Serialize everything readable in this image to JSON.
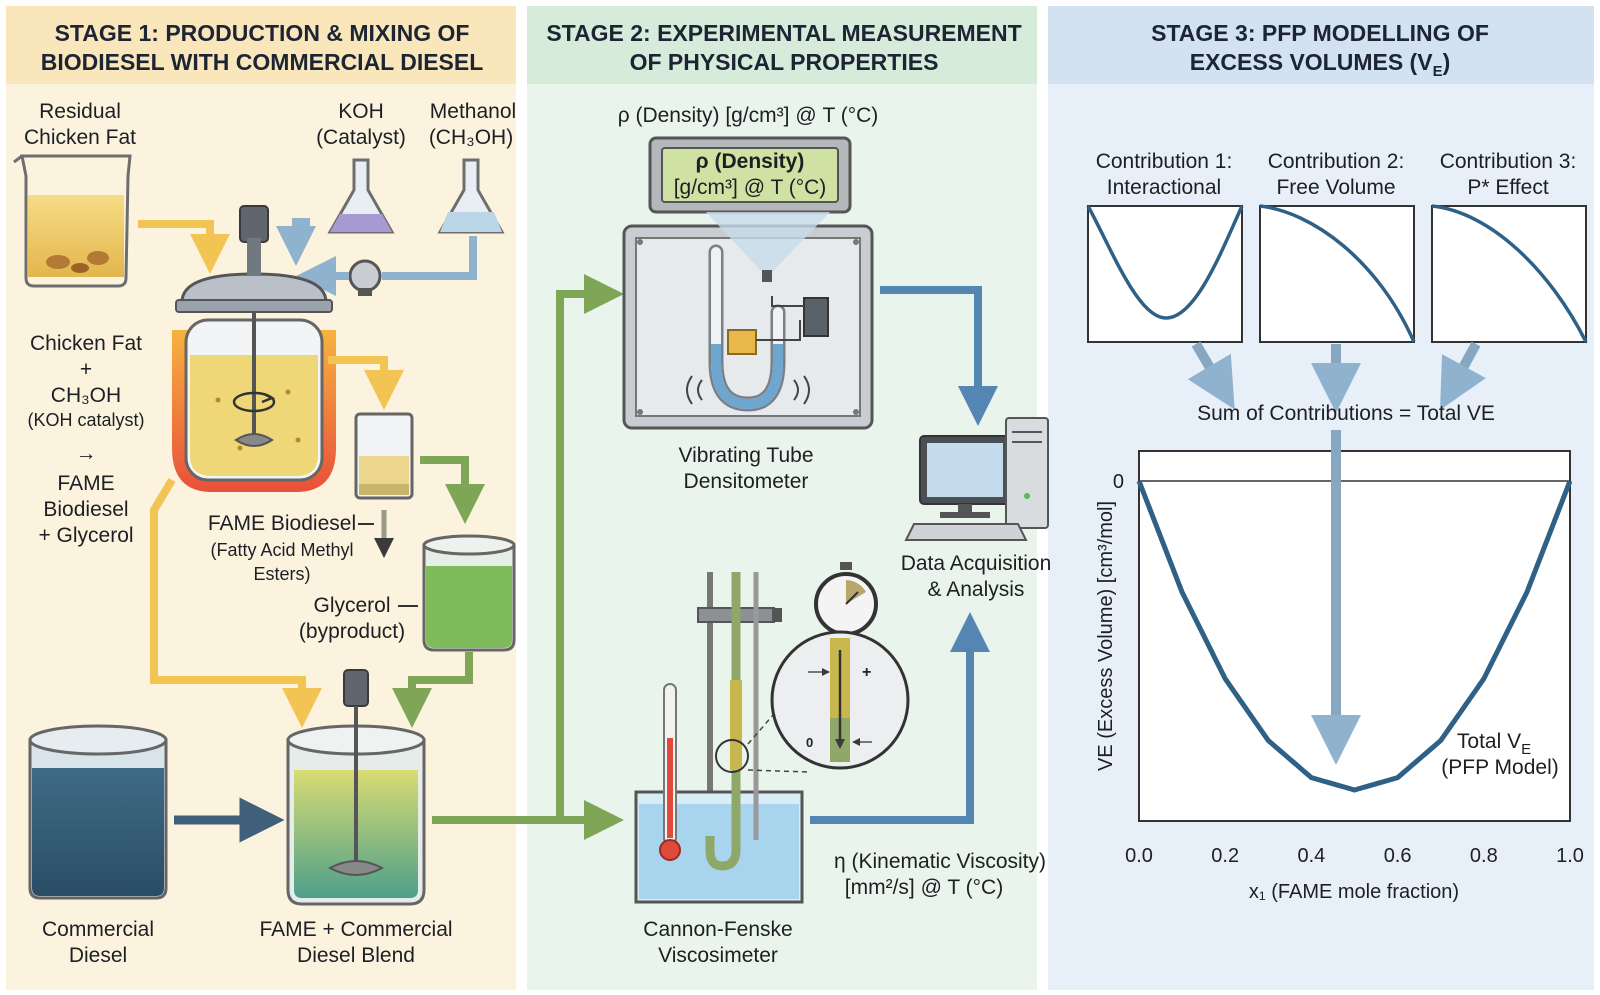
{
  "stage1": {
    "title_line1": "STAGE 1: PRODUCTION & MIXING OF",
    "title_line2": "BIODIESEL WITH COMMERCIAL DIESEL",
    "fat_line1": "Residual",
    "fat_line2": "Chicken Fat",
    "koh_line1": "KOH",
    "koh_line2": "(Catalyst)",
    "methanol_line1": "Methanol",
    "methanol_line2": "(CH₃OH)",
    "reaction_line1": "Chicken Fat",
    "reaction_line2": "+",
    "reaction_line3": "CH₃OH",
    "reaction_line4": "(KOH catalyst)",
    "reaction_arrow": "→",
    "reaction_line5": "FAME",
    "reaction_line6": "Biodiesel",
    "reaction_line7": "+ Glycerol",
    "fame_line1": "FAME Biodiesel",
    "fame_line2": "(Fatty Acid Methyl",
    "fame_line3": "Esters)",
    "glycerol_line1": "Glycerol",
    "glycerol_line2": "(byproduct)",
    "diesel_line1": "Commercial",
    "diesel_line2": "Diesel",
    "blend_line1": "FAME + Commercial",
    "blend_line2": "Diesel Blend"
  },
  "stage2": {
    "title_line1": "STAGE 2: EXPERIMENTAL MEASUREMENT",
    "title_line2": "OF PHYSICAL PROPERTIES",
    "density_top": "ρ (Density) [g/cm³] @ T (°C)",
    "display_line1": "ρ (Density)",
    "display_line2": "[g/cm³] @ T (°C)",
    "densitometer_line1": "Vibrating Tube",
    "densitometer_line2": "Densitometer",
    "daq_line1": "Data Acquisition",
    "daq_line2": "& Analysis",
    "viscosity_line1": "η (Kinematic Viscosity)",
    "viscosity_line2": "[mm²/s] @ T (°C)",
    "viscometer_line1": "Cannon-Fenske",
    "viscometer_line2": "Viscosimeter",
    "zero_mark": "0"
  },
  "stage3": {
    "title_line1": "STAGE 3: PFP MODELLING OF",
    "title_line2": "EXCESS VOLUMES (V",
    "title_sub": "E",
    "title_close": ")",
    "contrib1_line1": "Contribution 1:",
    "contrib1_line2": "Interactional",
    "contrib2_line1": "Contribution 2:",
    "contrib2_line2": "Free Volume",
    "contrib3_line1": "Contribution 3:",
    "contrib3_line2": "P* Effect",
    "sum_label": "Sum of Contributions = Total VE",
    "curve_label_line1": "Total V",
    "curve_label_sub": "E",
    "curve_label_line2": "(PFP Model)"
  },
  "chart_data": {
    "type": "line",
    "title": "",
    "xlabel": "x₁ (FAME mole fraction)",
    "ylabel": "VE (Excess Volume) [cm³/mol]",
    "xlim": [
      0.0,
      1.0
    ],
    "x_ticks": [
      "0.0",
      "0.2",
      "0.4",
      "0.6",
      "0.8",
      "1.0"
    ],
    "y_ticks": [
      "0"
    ],
    "grid": false,
    "series": [
      {
        "name": "Total VE (PFP Model)",
        "x": [
          0.0,
          0.1,
          0.2,
          0.3,
          0.4,
          0.5,
          0.6,
          0.7,
          0.8,
          0.9,
          1.0
        ],
        "y": [
          0.0,
          -0.36,
          -0.64,
          -0.84,
          -0.96,
          -1.0,
          -0.96,
          -0.84,
          -0.64,
          -0.36,
          0.0
        ]
      }
    ]
  },
  "colors": {
    "stage1_bg": "#fcf3df",
    "stage2_bg": "#e9f4ec",
    "stage3_bg": "#e7eff8",
    "curve": "#2f6187",
    "green_arrow": "#7fa556",
    "blue_arrow": "#5585b2",
    "yellow_arrow": "#f2c453"
  }
}
